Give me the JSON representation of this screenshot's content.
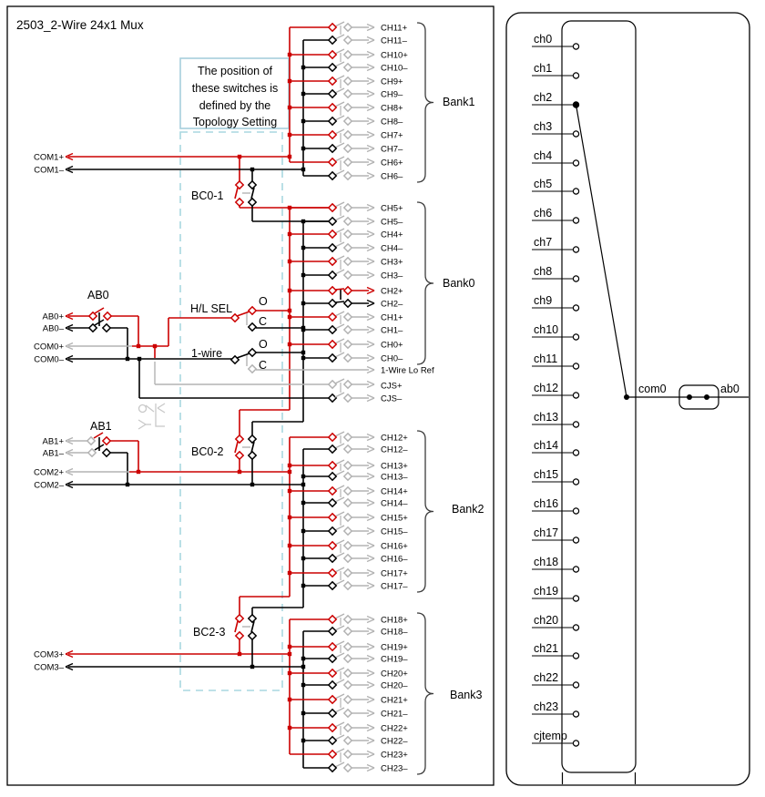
{
  "title": "2503_2-Wire 24x1 Mux",
  "note": {
    "lines": [
      "The position of",
      "these switches is",
      "defined by the",
      "Topology Setting"
    ]
  },
  "colors": {
    "wire_red": "#cc0000",
    "wire_black": "#000000",
    "wire_gray": "#b3b3b3",
    "dashed_box": "#a8d7e0",
    "note_border": "#a6cfdc"
  },
  "left": {
    "ports": [
      {
        "label": "COM1+"
      },
      {
        "label": "COM1–"
      },
      {
        "label": "AB0+"
      },
      {
        "label": "AB0–"
      },
      {
        "label": "COM0+"
      },
      {
        "label": "COM0–"
      },
      {
        "label": "AB1+"
      },
      {
        "label": "AB1–"
      },
      {
        "label": "COM2+"
      },
      {
        "label": "COM2–"
      },
      {
        "label": "COM3+"
      },
      {
        "label": "COM3–"
      }
    ],
    "switch_labels": {
      "ab0": "AB0",
      "ab1": "AB1",
      "bc01": "BC0-1",
      "bc02": "BC0-2",
      "bc23": "BC2-3",
      "hlsel": "H/L SEL",
      "onewire": "1-wire",
      "open_pos": "O",
      "closed_pos": "C"
    },
    "selected_channel": "CH2",
    "banks": [
      {
        "name": "Bank1",
        "channels": [
          "CH11+",
          "CH11–",
          "CH10+",
          "CH10–",
          "CH9+",
          "CH9–",
          "CH8+",
          "CH8–",
          "CH7+",
          "CH7–",
          "CH6+",
          "CH6–"
        ]
      },
      {
        "name": "Bank0",
        "channels": [
          "CH5+",
          "CH5–",
          "CH4+",
          "CH4–",
          "CH3+",
          "CH3–",
          "CH2+",
          "CH2–",
          "CH1+",
          "CH1–",
          "CH0+",
          "CH0–"
        ]
      },
      {
        "name": "Bank2",
        "channels": [
          "CH12+",
          "CH12–",
          "CH13+",
          "CH13–",
          "CH14+",
          "CH14–",
          "CH15+",
          "CH15–",
          "CH16+",
          "CH16–",
          "CH17+",
          "CH17–"
        ]
      },
      {
        "name": "Bank3",
        "channels": [
          "CH18+",
          "CH18–",
          "CH19+",
          "CH19–",
          "CH20+",
          "CH20–",
          "CH21+",
          "CH21–",
          "CH22+",
          "CH22–",
          "CH23+",
          "CH23–"
        ]
      }
    ],
    "extra_rows": {
      "lo_ref": "1-Wire Lo Ref",
      "cjs_plus": "CJS+",
      "cjs_minus": "CJS–"
    }
  },
  "right": {
    "pins": [
      "ch0",
      "ch1",
      "ch2",
      "ch3",
      "ch4",
      "ch5",
      "ch6",
      "ch7",
      "ch8",
      "ch9",
      "ch10",
      "ch11",
      "ch12",
      "ch13",
      "ch14",
      "ch15",
      "ch16",
      "ch17",
      "ch18",
      "ch19",
      "ch20",
      "ch21",
      "ch22",
      "ch23",
      "cjtemp"
    ],
    "selected_pin": "ch2",
    "com_label": "com0",
    "ab_label": "ab0"
  }
}
